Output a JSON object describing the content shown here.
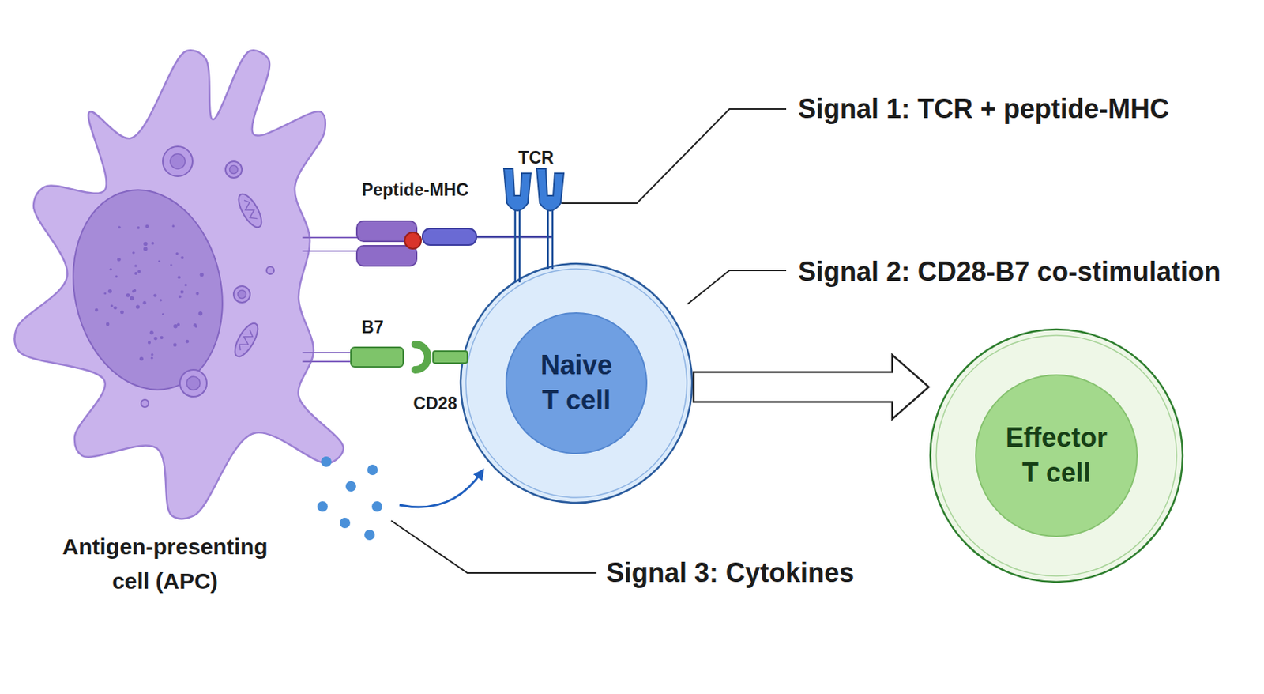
{
  "diagram": {
    "nodes": [
      {
        "text": [
          "Antigen-presenting cell (APC)"
        ]
      },
      {
        "text": [
          "Naive T cell"
        ]
      },
      {
        "text": [
          "Effector T cell"
        ]
      }
    ],
    "edges": [
      {
        "from": 1,
        "to": 2,
        "arrow": "to"
      }
    ],
    "labels": [
      "Peptide-MHC",
      "TCR",
      "B7",
      "CD28",
      "Signal 1: TCR + peptide-MHC",
      "Signal 2: CD28-B7 co-stimulation",
      "Signal 3: Cytokines"
    ]
  }
}
